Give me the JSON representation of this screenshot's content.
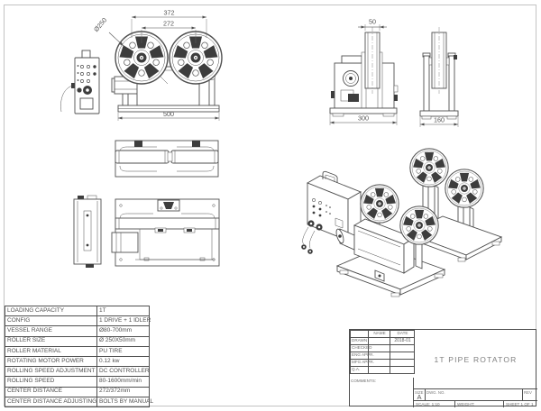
{
  "drawing": {
    "dims": {
      "front_outer": "372",
      "front_inner": "272",
      "roller_dia": "Ø250",
      "front_base": "500",
      "wheel_width": "50",
      "drive_base": "300",
      "idler_base": "160"
    }
  },
  "spec_table": {
    "rows": [
      {
        "label": "LOADING CAPACITY",
        "value": "1T"
      },
      {
        "label": "CONFIG",
        "value": "1 DRIVE + 1 IDLER"
      },
      {
        "label": "VESSEL RANGE",
        "value": "Ø80-700mm"
      },
      {
        "label": "ROLLER SIZE",
        "value": "Ø 250X50mm"
      },
      {
        "label": "ROLLER MATERIAL",
        "value": "PU TIRE"
      },
      {
        "label": "ROTATING MOTOR POWER",
        "value": "0.12 kw"
      },
      {
        "label": "ROLLING SPEED ADJUSTMENT",
        "value": "DC CONTROLLER"
      },
      {
        "label": "ROLLING SPEED",
        "value": "80-1600mm/min"
      },
      {
        "label": "CENTER DISTANCE",
        "value": "272/372mm"
      },
      {
        "label": "CENTER DISTANCE ADJUSTING",
        "value": "BOLTS BY MANUAL"
      }
    ]
  },
  "title_block": {
    "title": "1T PIPE ROTATOR",
    "name_header": "NAME",
    "date_header": "DATE",
    "approval_rows": [
      {
        "label": "DRAWN",
        "name": "",
        "date": "2018-01"
      },
      {
        "label": "CHECKED",
        "name": "",
        "date": ""
      },
      {
        "label": "ENG APPR.",
        "name": "",
        "date": ""
      },
      {
        "label": "MFG APPR.",
        "name": "",
        "date": ""
      },
      {
        "label": "Q.A.",
        "name": "",
        "date": ""
      }
    ],
    "comments_label": "COMMENTS:",
    "size_label": "SIZE",
    "size_value": "A",
    "dwg_no_label": "DWG. NO.",
    "rev_label": "REV",
    "scale_label": "SCALE: 1:10",
    "weight_label": "WEIGHT:",
    "sheet_label": "SHEET 1 OF 1"
  }
}
